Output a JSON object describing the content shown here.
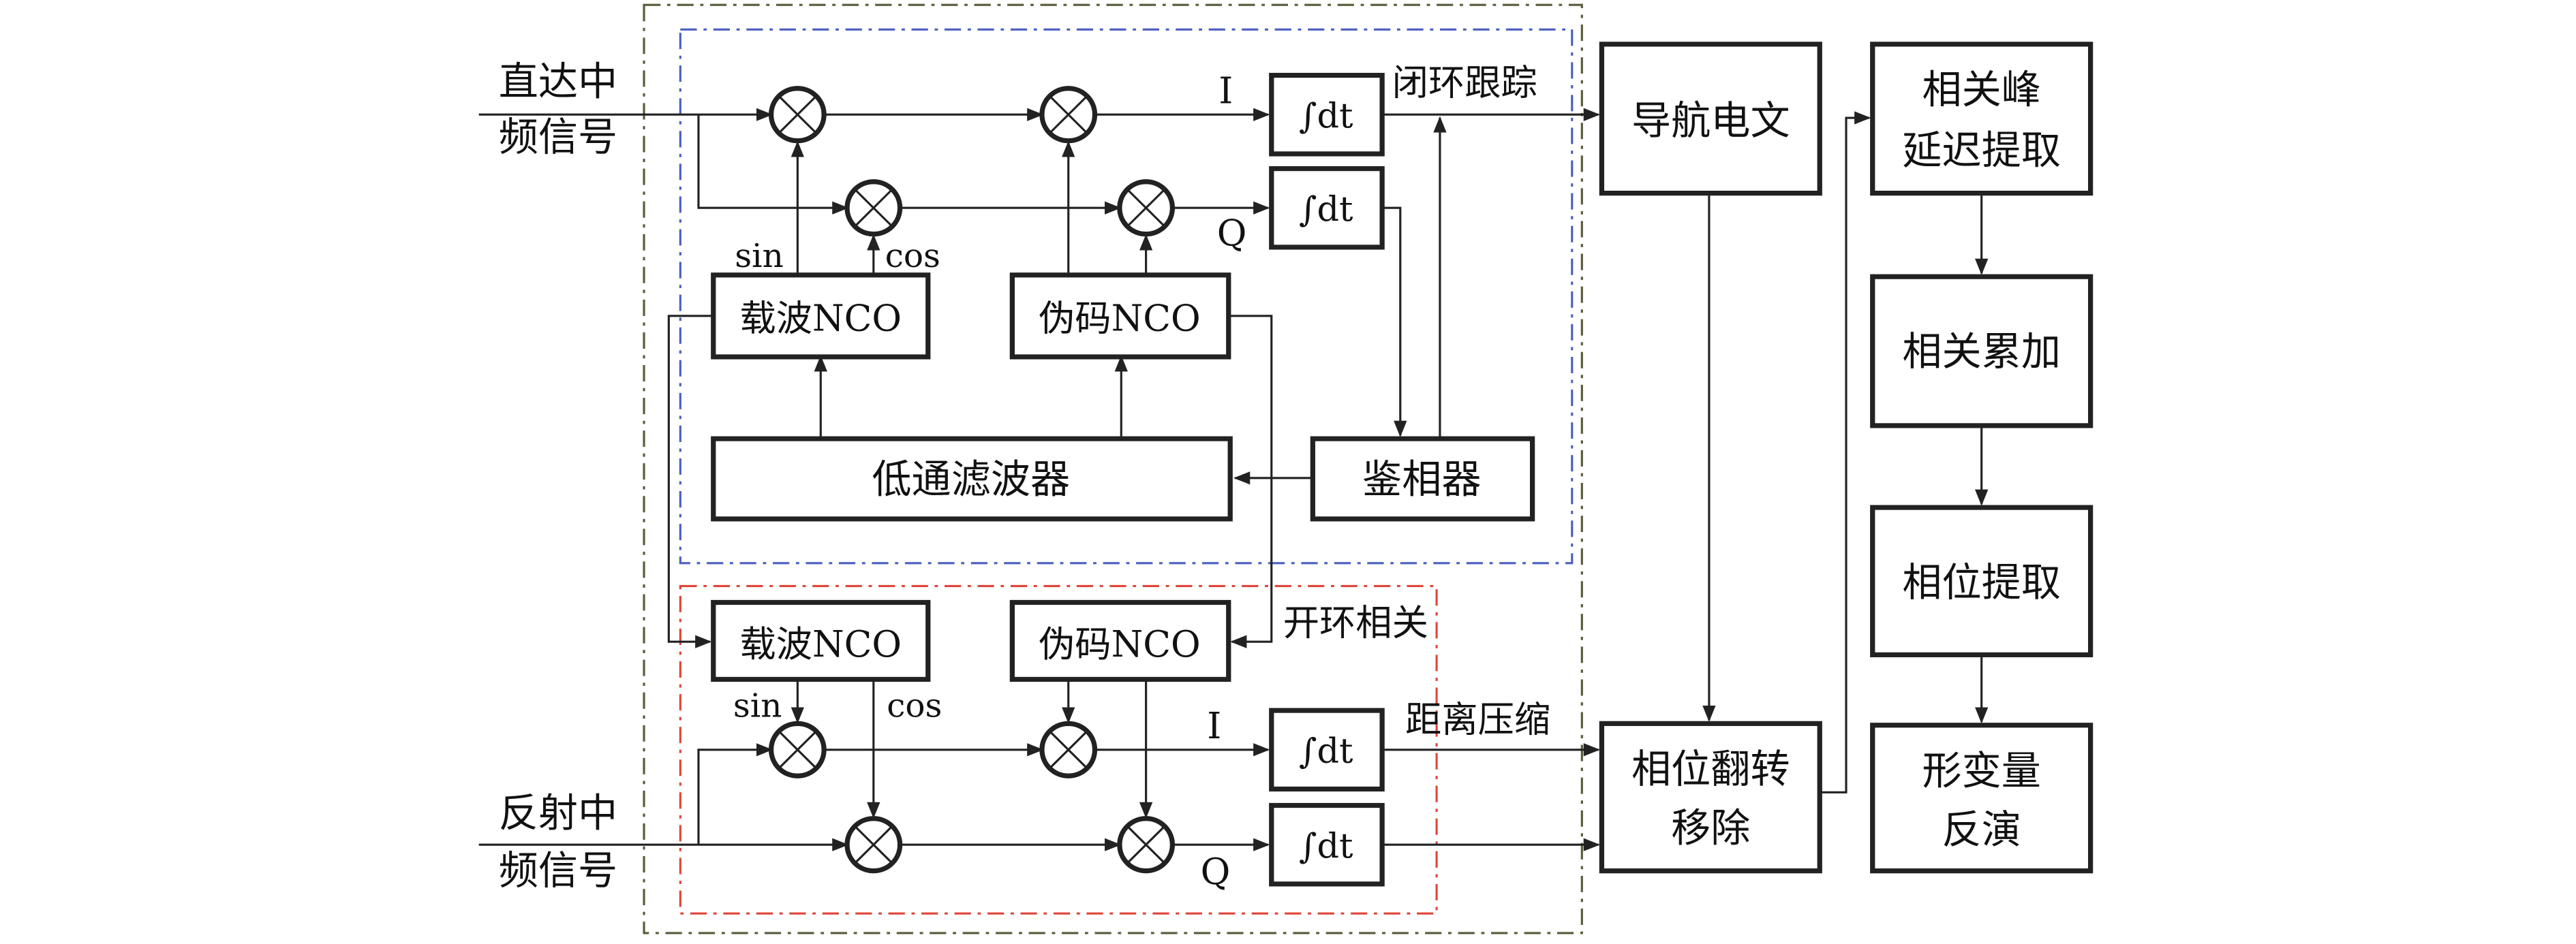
{
  "inputs": {
    "direct": [
      "直达中",
      "频信号"
    ],
    "reflected": [
      "反射中",
      "频信号"
    ]
  },
  "closed_loop": {
    "label": "闭环跟踪",
    "carrier_nco": "载波NCO",
    "code_nco": "伪码NCO",
    "lpf": "低通滤波器",
    "discriminator": "鉴相器",
    "sin": "sin",
    "cos": "cos",
    "I": "I",
    "Q": "Q",
    "integrator": "∫dt",
    "border_color": "#4a5fc1"
  },
  "open_loop": {
    "label": "开环相关",
    "carrier_nco": "载波NCO",
    "code_nco": "伪码NCO",
    "sin": "sin",
    "cos": "cos",
    "I": "I",
    "Q": "Q",
    "integrator": "∫dt",
    "range_compress": "距离压缩",
    "border_color": "#e0453a"
  },
  "outer_border_color": "#5a5a3a",
  "blocks": {
    "nav_message": "导航电文",
    "phase_flip": [
      "相位翻转",
      "移除"
    ],
    "peak_delay": [
      "相关峰",
      "延迟提取"
    ],
    "accumulate": "相关累加",
    "phase_extract": "相位提取",
    "deformation": [
      "形变量",
      "反演"
    ]
  }
}
